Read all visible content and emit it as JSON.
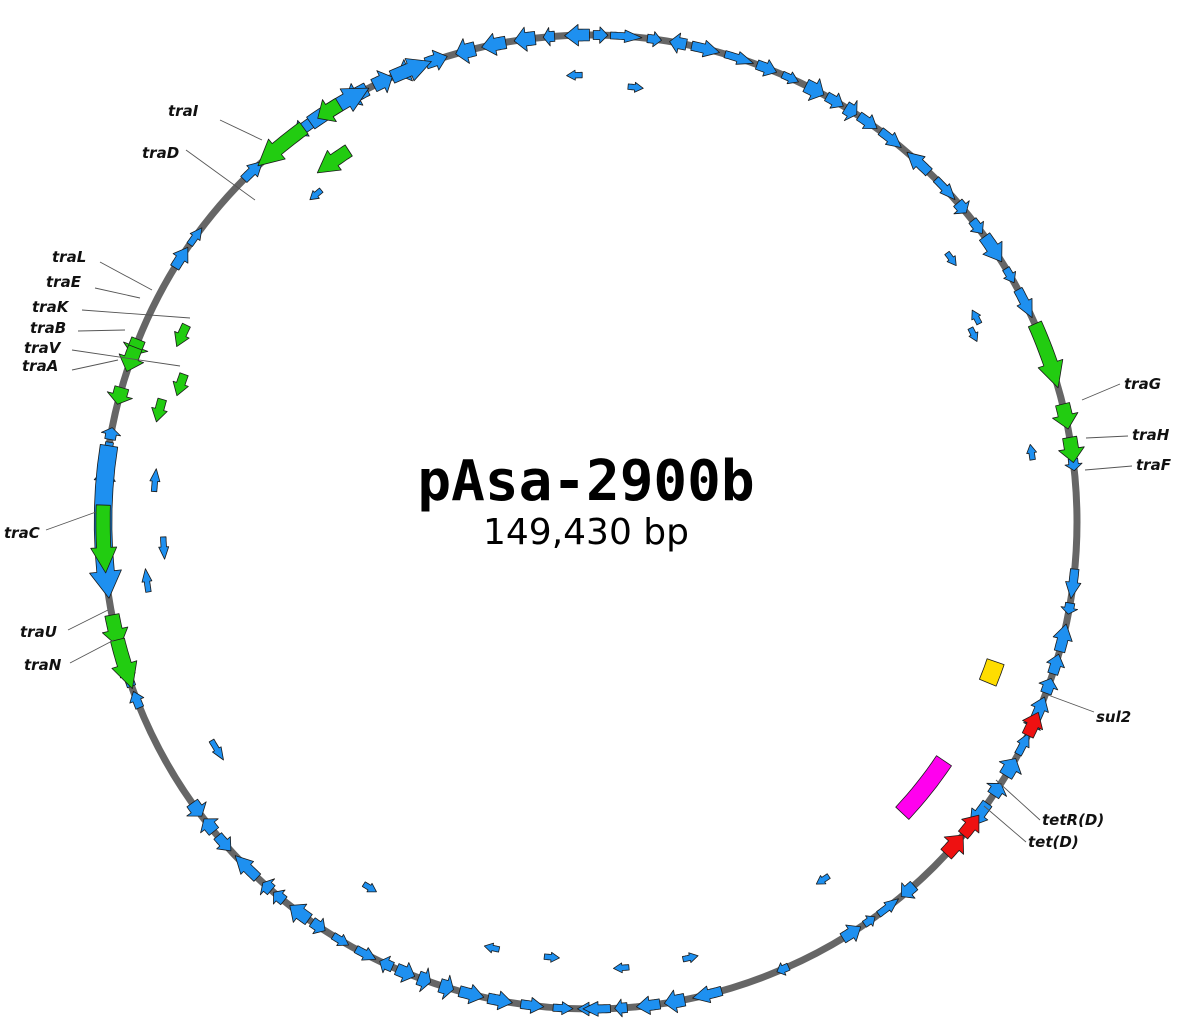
{
  "plasmid": {
    "name": "pAsa-2900b",
    "size_label": "149,430 bp"
  },
  "colors": {
    "backbone": "#666666",
    "other_cds": "#1e90f0",
    "tra_genes": "#22cc11",
    "resistance_genes": "#ee1111",
    "feature_yellow": "#ffdd00",
    "feature_magenta": "#ff00ee"
  },
  "gene_labels": [
    {
      "id": "traI",
      "text": "traI"
    },
    {
      "id": "traD",
      "text": "traD"
    },
    {
      "id": "traL",
      "text": "traL"
    },
    {
      "id": "traE",
      "text": "traE"
    },
    {
      "id": "traK",
      "text": "traK"
    },
    {
      "id": "traB",
      "text": "traB"
    },
    {
      "id": "traV",
      "text": "traV"
    },
    {
      "id": "traA",
      "text": "traA"
    },
    {
      "id": "traC",
      "text": "traC"
    },
    {
      "id": "traU",
      "text": "traU"
    },
    {
      "id": "traN",
      "text": "traN"
    },
    {
      "id": "traG",
      "text": "traG"
    },
    {
      "id": "traH",
      "text": "traH"
    },
    {
      "id": "traF",
      "text": "traF"
    },
    {
      "id": "sul2",
      "text": "sul2"
    },
    {
      "id": "tetR",
      "text": "tetR(D)"
    },
    {
      "id": "tetD",
      "text": "tet(D)"
    }
  ]
}
